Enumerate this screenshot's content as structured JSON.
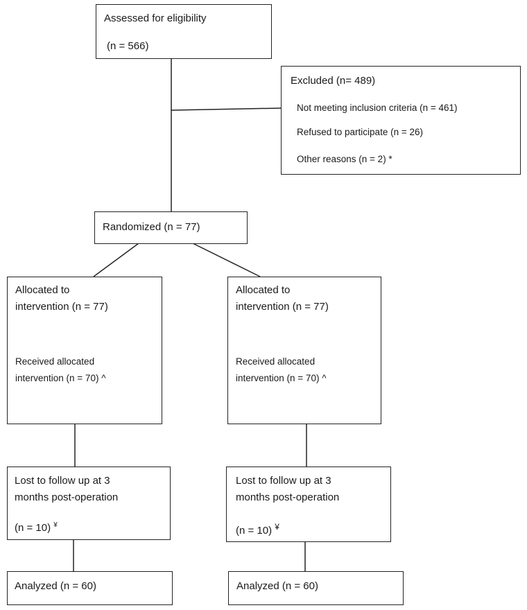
{
  "assessed": {
    "line1": "Assessed for eligibility",
    "line2": "(n = 566)"
  },
  "excluded": {
    "title": "Excluded (n= 489)",
    "reasons": [
      "Not meeting inclusion criteria (n = 461)",
      "Refused to participate (n = 26)",
      "Other reasons (n = 2) *"
    ]
  },
  "randomized": "Randomized (n = 77)",
  "arms": [
    {
      "allocated_1": "Allocated to",
      "allocated_2": "intervention (n = 77)",
      "received_1": "Received allocated",
      "received_2": "intervention (n = 70) ^",
      "lost_1": "Lost to follow up at 3",
      "lost_2": "months post-operation",
      "lost_3": "(n = 10)",
      "lost_mark": "¥",
      "analyzed": "Analyzed (n = 60)"
    },
    {
      "allocated_1": "Allocated to",
      "allocated_2": "intervention (n = 77)",
      "received_1": "Received allocated",
      "received_2": "intervention (n = 70) ^",
      "lost_1": "Lost to follow up at 3",
      "lost_2": "months post-operation",
      "lost_3": "(n = 10)",
      "lost_mark": "¥",
      "analyzed": "Analyzed (n = 60)"
    }
  ]
}
